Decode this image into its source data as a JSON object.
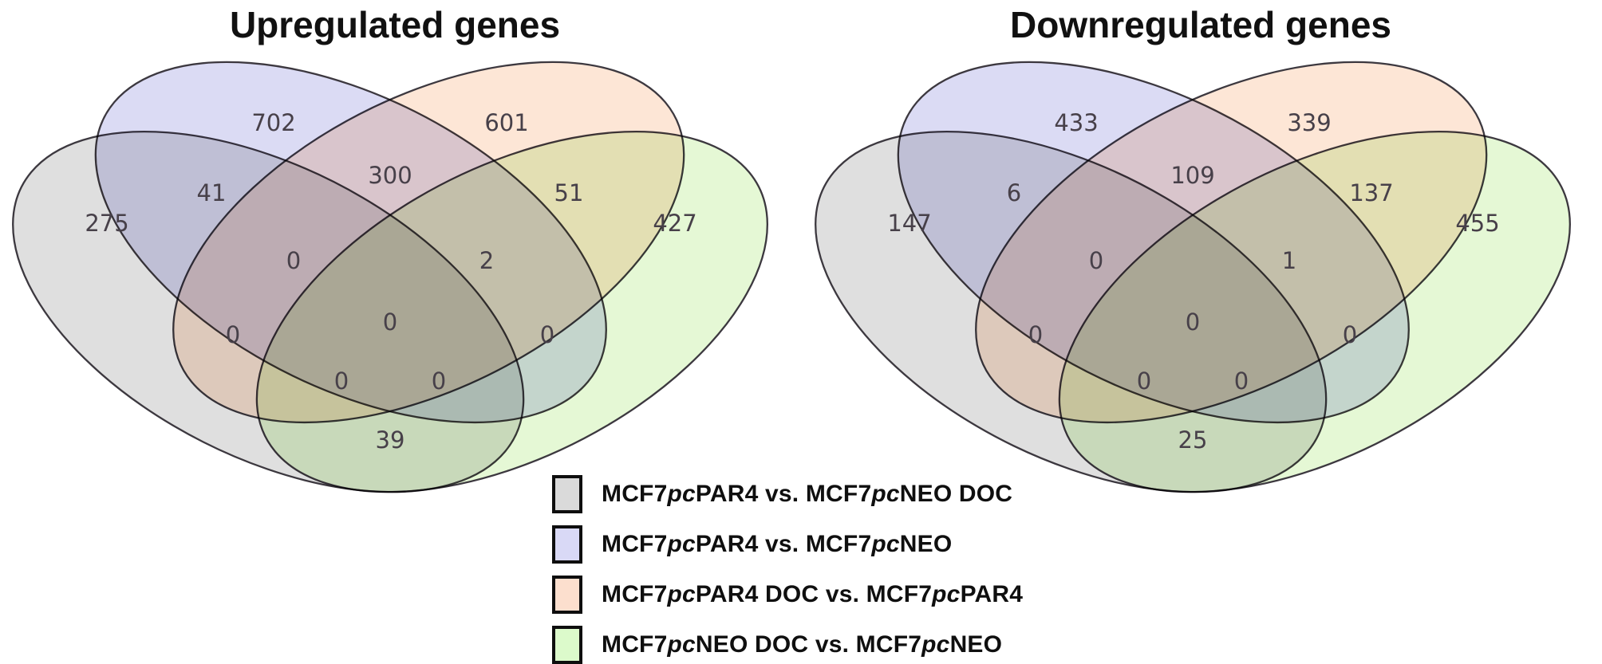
{
  "figure": {
    "venns": [
      {
        "title": "Upregulated genes",
        "regions": {
          "A": "275",
          "B": "702",
          "C": "601",
          "D": "427",
          "AB": "41",
          "BC": "300",
          "CD": "51",
          "ABC": "0",
          "BCD": "2",
          "AC": "0",
          "BD": "0",
          "ABCD": "0",
          "ACD": "0",
          "ABD": "0",
          "AD": "39"
        }
      },
      {
        "title": "Downregulated genes",
        "regions": {
          "A": "147",
          "B": "433",
          "C": "339",
          "D": "455",
          "AB": "6",
          "BC": "109",
          "CD": "137",
          "ABC": "0",
          "BCD": "1",
          "AC": "0",
          "BD": "0",
          "ABCD": "0",
          "ACD": "0",
          "ABD": "0",
          "AD": "25"
        }
      }
    ],
    "legend": {
      "items": [
        {
          "color": "#dadada",
          "segments": [
            "MCF7",
            "pc",
            "PAR4 vs. MCF7",
            "pc",
            "NEO DOC"
          ]
        },
        {
          "color": "#d9d9f6",
          "segments": [
            "MCF7",
            "pc",
            "PAR4 vs. MCF7",
            "pc",
            "NEO"
          ]
        },
        {
          "color": "#fcdfce",
          "segments": [
            "MCF7",
            "pc",
            "PAR4 DOC vs. MCF7",
            "pc",
            "PAR4"
          ]
        },
        {
          "color": "#dcfacb",
          "segments": [
            "MCF7",
            "pc",
            "NEO DOC vs. MCF7",
            "pc",
            "NEO"
          ]
        }
      ]
    },
    "colors": {
      "set_a_fill": "#dfdfdf",
      "set_b_fill": "#dbdbf4",
      "set_c_fill": "#fde6d6",
      "set_d_fill": "#e5f8d5",
      "outline": "#3c383f",
      "number_text": "#474049",
      "title_text": "#111111",
      "legend_text": "#0f0f0f"
    }
  },
  "chart_data": [
    {
      "type": "venn",
      "title": "Upregulated genes",
      "sets": [
        "MCF7pcPAR4 vs. MCF7pcNEO DOC",
        "MCF7pcPAR4 vs. MCF7pcNEO",
        "MCF7pcPAR4 DOC vs. MCF7pcPAR4",
        "MCF7pcNEO DOC vs. MCF7pcNEO"
      ],
      "region_counts": {
        "A_only": 275,
        "B_only": 702,
        "C_only": 601,
        "D_only": 427,
        "A_B": 41,
        "B_C": 300,
        "C_D": 51,
        "A_C": 0,
        "B_D": 0,
        "A_D": 39,
        "A_B_C": 0,
        "B_C_D": 2,
        "A_C_D": 0,
        "A_B_D": 0,
        "A_B_C_D": 0
      }
    },
    {
      "type": "venn",
      "title": "Downregulated genes",
      "sets": [
        "MCF7pcPAR4 vs. MCF7pcNEO DOC",
        "MCF7pcPAR4 vs. MCF7pcNEO",
        "MCF7pcPAR4 DOC vs. MCF7pcPAR4",
        "MCF7pcNEO DOC vs. MCF7pcNEO"
      ],
      "region_counts": {
        "A_only": 147,
        "B_only": 433,
        "C_only": 339,
        "D_only": 455,
        "A_B": 6,
        "B_C": 109,
        "C_D": 137,
        "A_C": 0,
        "B_D": 0,
        "A_D": 25,
        "A_B_C": 0,
        "B_C_D": 1,
        "A_C_D": 0,
        "A_B_D": 0,
        "A_B_C_D": 0
      }
    }
  ]
}
